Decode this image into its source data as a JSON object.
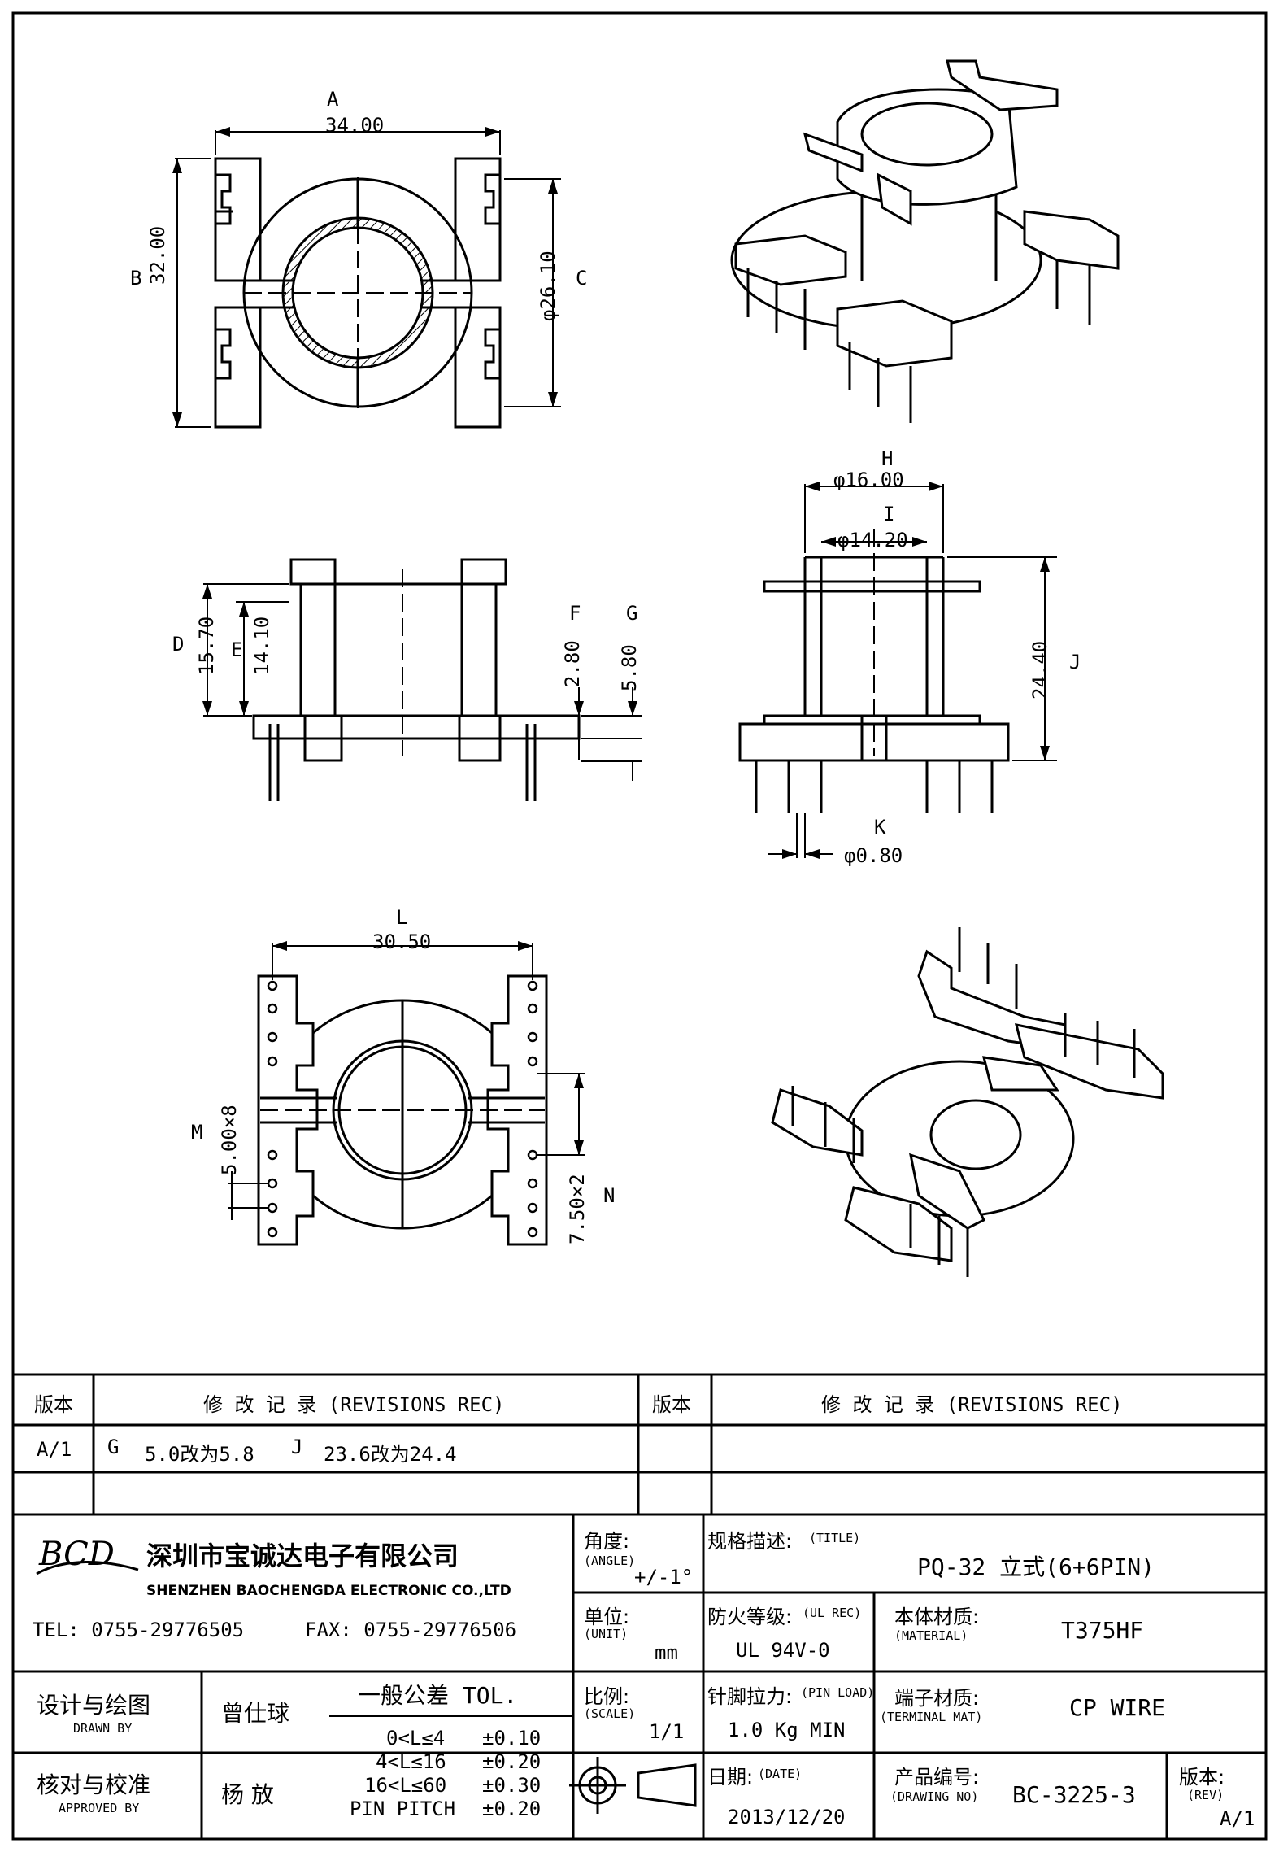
{
  "dims": {
    "A": {
      "letter": "A",
      "value": "34.00"
    },
    "B": {
      "letter": "B",
      "value": "32.00"
    },
    "C": {
      "letter": "C",
      "value": "φ26.10"
    },
    "D": {
      "letter": "D",
      "value": "15.70"
    },
    "E": {
      "letter": "E",
      "value": "14.10"
    },
    "F": {
      "letter": "F",
      "value": "2.80"
    },
    "G": {
      "letter": "G",
      "value": "5.80"
    },
    "H": {
      "letter": "H",
      "value": "φ16.00"
    },
    "I": {
      "letter": "I",
      "value": "φ14.20"
    },
    "J": {
      "letter": "J",
      "value": "24.40"
    },
    "K": {
      "letter": "K",
      "value": "φ0.80"
    },
    "L": {
      "letter": "L",
      "value": "30.50"
    },
    "M": {
      "letter": "M",
      "value": "5.00×8"
    },
    "N": {
      "letter": "N",
      "value": "7.50×2"
    }
  },
  "revisions": {
    "header_version": "版本",
    "header_record": "修 改 记 录 (REVISIONS REC)",
    "header_version2": "版本",
    "header_record2": "修 改 记 录 (REVISIONS REC)",
    "row1_version": "A/1",
    "row1_ref1": "G",
    "row1_text1": "5.0改为5.8",
    "row1_ref2": "J",
    "row1_text2": "23.6改为24.4"
  },
  "company": {
    "logo": "BCD",
    "name_cn": "深圳市宝诚达电子有限公司",
    "name_en": "SHENZHEN BAOCHENGDA ELECTRONIC CO.,LTD",
    "tel": "TEL: 0755-29776505",
    "fax": "FAX: 0755-29776506"
  },
  "titleblock": {
    "angle_label": "角度:",
    "angle_label_en": "(ANGLE)",
    "angle_value": "+/-1°",
    "title_label": "规格描述:",
    "title_label_en": "(TITLE)",
    "title_value": "PQ-32 立式(6+6PIN)",
    "unit_label": "单位:",
    "unit_label_en": "(UNIT)",
    "unit_value": "mm",
    "ul_label": "防火等级:",
    "ul_label_en": "(UL REC)",
    "ul_value": "UL 94V-0",
    "material_label": "本体材质:",
    "material_label_en": "(MATERIAL)",
    "material_value": "T375HF",
    "drawn_label": "设计与绘图",
    "drawn_label_en": "DRAWN BY",
    "drawn_value": "曾仕球",
    "tol_title": "一般公差 TOL.",
    "tol_rows": [
      {
        "range": "0<L≤4",
        "value": "±0.10"
      },
      {
        "range": "4<L≤16",
        "value": "±0.20"
      },
      {
        "range": "16<L≤60",
        "value": "±0.30"
      },
      {
        "range": "PIN PITCH",
        "value": "±0.20"
      }
    ],
    "scale_label": "比例:",
    "scale_label_en": "(SCALE)",
    "scale_value": "1/1",
    "pinload_label": "针脚拉力:",
    "pinload_label_en": "(PIN LOAD)",
    "pinload_value": "1.0 Kg MIN",
    "terminal_label": "端子材质:",
    "terminal_label_en": "(TERMINAL MAT)",
    "terminal_value": "CP WIRE",
    "approved_label": "核对与校准",
    "approved_label_en": "APPROVED BY",
    "approved_value": "杨 放",
    "date_label": "日期:",
    "date_label_en": "(DATE)",
    "date_value": "2013/12/20",
    "drawing_label": "产品编号:",
    "drawing_label_en": "(DRAWING NO)",
    "drawing_value": "BC-3225-3",
    "rev_label": "版本:",
    "rev_label_en": "(REV)",
    "rev_value": "A/1"
  }
}
